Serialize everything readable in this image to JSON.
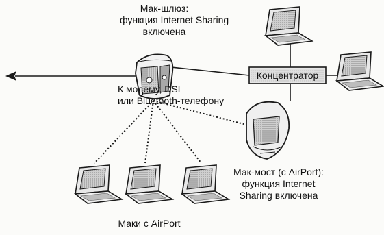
{
  "labels": {
    "gateway": [
      "Мак-шлюз:",
      "функция Internet Sharing",
      "включена"
    ],
    "modem": [
      "К модему, DSL",
      "или Bluetooth-телефону"
    ],
    "hub": "Концентратор",
    "bridge": [
      "Мак-мост (с AirPort):",
      "функция Internet",
      "Sharing включена"
    ],
    "clients": "Маки с AirPort"
  },
  "icons": {
    "gateway": "power-mac-g4-cube-icon",
    "hub": "network-hub-icon",
    "bridge": "imac-icon",
    "laptop": "laptop-icon"
  },
  "colors": {
    "line": "#1a1a1a",
    "fill_light": "#d9d9d9",
    "fill_dark": "#8c8c8c",
    "hub_fill": "#e6e6e6"
  }
}
